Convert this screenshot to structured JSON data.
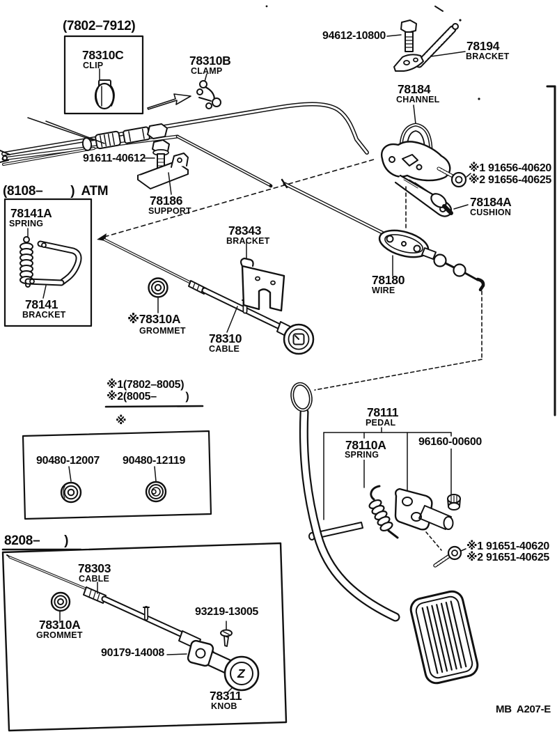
{
  "page": {
    "code": "MB  A207-E"
  },
  "colors": {
    "ink": "#111111",
    "paper": "#ffffff"
  },
  "callouts": {
    "clip_range": "(7802–7912)",
    "clip_no": "78310C",
    "clip_name": "CLIP",
    "clamp_no": "78310B",
    "clamp_name": "CLAMP",
    "bolt_top_no": "94612-10800",
    "bracket194_no": "78194",
    "bracket194_name": "BRACKET",
    "channel_no": "78184",
    "channel_name": "CHANNEL",
    "channel_screw_line1": "※1 91656-40620",
    "channel_screw_line2": "※2 91656-40625",
    "cushion_no": "78184A",
    "cushion_name": "CUSHION",
    "support_bolt_no": "91611-40612",
    "support_no": "78186",
    "support_name": "SUPPORT",
    "atm_header": "(8108–        )  ATM",
    "spring141_no": "78141A",
    "spring141_name": "SPRING",
    "bracket141_no": "78141",
    "bracket141_name": "BRACKET",
    "bracket343_no": "78343",
    "bracket343_name": "BRACKET",
    "grommet310a_no": "※78310A",
    "grommet310a_name": "GROMMET",
    "cable310_no": "78310",
    "cable310_name": "CABLE",
    "wire180_no": "78180",
    "wire180_name": "WIRE",
    "note_line1": "※1(7802–8005)",
    "note_line2": "※2(8005–          )",
    "note_symbol": "※",
    "grommet12007_no": "90480-12007",
    "grommet12119_no": "90480-12119",
    "hdr8208": "8208–       )",
    "cable303_no": "78303",
    "cable303_name": "CABLE",
    "grommet310a2_no": "78310A",
    "grommet310a2_name": "GROMMET",
    "screw93219_no": "93219-13005",
    "nut90179_no": "90179-14008",
    "knob_no": "78311",
    "knob_name": "KNOB",
    "knob_glyph": "Z",
    "pedal_no": "78111",
    "pedal_name": "PEDAL",
    "spring110_no": "78110A",
    "spring110_name": "SPRING",
    "nut96160_no": "96160-00600",
    "pedal_bolt_line1": "※1 91651-40620",
    "pedal_bolt_line2": "※2 91651-40625"
  }
}
